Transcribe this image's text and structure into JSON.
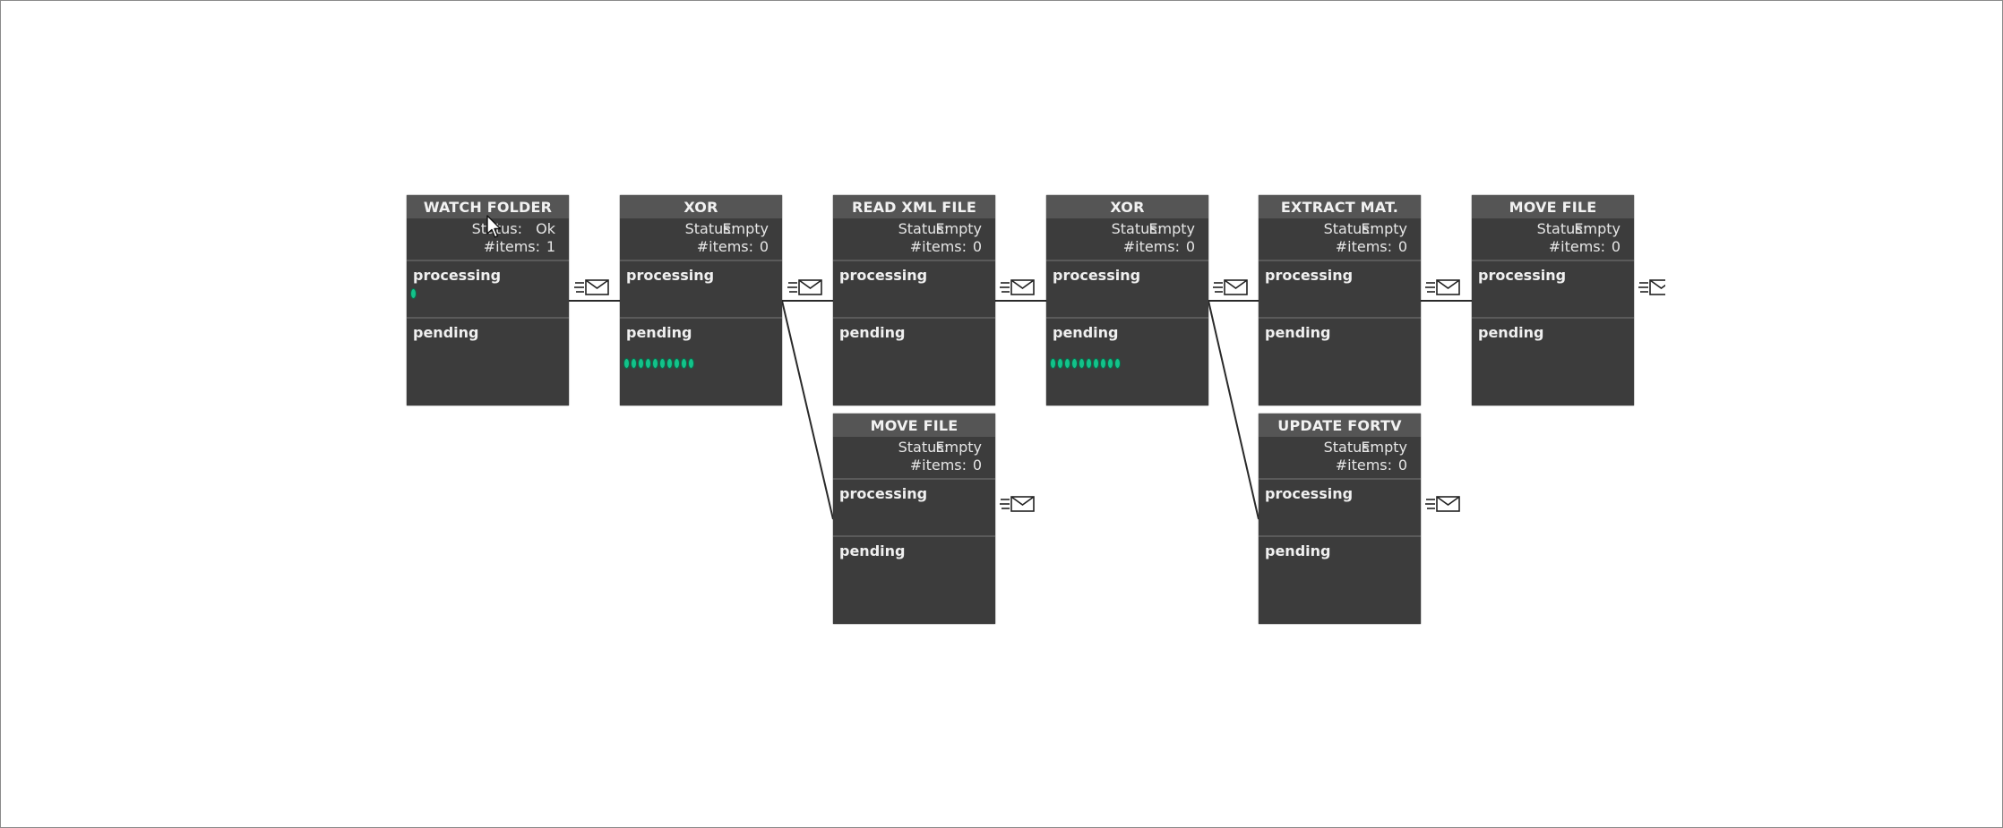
{
  "labels": {
    "status": "Status:",
    "items": "#items:",
    "processing": "processing",
    "pending": "pending"
  },
  "nodes": [
    {
      "title": "WATCH FOLDER",
      "status": "Ok",
      "items": "1",
      "processing_tokens": 1,
      "pending_tokens": 0
    },
    {
      "title": "XOR",
      "status": "Empty",
      "items": "0",
      "processing_tokens": 0,
      "pending_tokens": 10
    },
    {
      "title": "READ XML FILE",
      "status": "Empty",
      "items": "0",
      "processing_tokens": 0,
      "pending_tokens": 0
    },
    {
      "title": "XOR",
      "status": "Empty",
      "items": "0",
      "processing_tokens": 0,
      "pending_tokens": 10
    },
    {
      "title": "EXTRACT MAT.",
      "status": "Empty",
      "items": "0",
      "processing_tokens": 0,
      "pending_tokens": 0
    },
    {
      "title": "MOVE FILE",
      "status": "Empty",
      "items": "0",
      "processing_tokens": 0,
      "pending_tokens": 0
    },
    {
      "title": "MOVE FILE",
      "status": "Empty",
      "items": "0",
      "processing_tokens": 0,
      "pending_tokens": 0
    },
    {
      "title": "UPDATE FORTV",
      "status": "Empty",
      "items": "0",
      "processing_tokens": 0,
      "pending_tokens": 0
    }
  ],
  "colors": {
    "node_bg": "#3c3c3c",
    "title_bg": "#555555",
    "token": "#13c28a",
    "wire": "#2a2a2a"
  },
  "icons": [
    "envelope-icon",
    "mouse-cursor-icon"
  ]
}
